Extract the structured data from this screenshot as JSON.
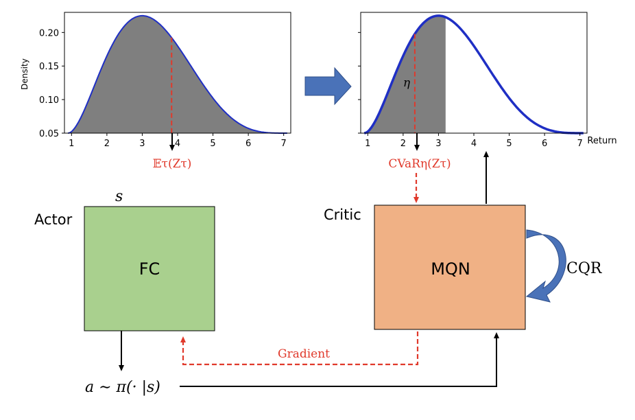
{
  "chart_data": [
    {
      "type": "area",
      "title": "",
      "xlabel": "",
      "ylabel": "Density",
      "xlim": [
        0.8,
        7.2
      ],
      "ylim": [
        0.05,
        0.23
      ],
      "xticks": [
        "1",
        "2",
        "3",
        "4",
        "5",
        "6",
        "7"
      ],
      "yticks": [
        "0.05",
        "0.10",
        "0.15",
        "0.20"
      ],
      "curve_peak_x": 3.0,
      "curve_peak_y": 0.225,
      "curve_x_range": [
        0.9,
        7.1
      ],
      "shaded_range": [
        0.9,
        7.1
      ],
      "marker_x": 3.83,
      "marker_label": "𝔼τ(Zτ)"
    },
    {
      "type": "area",
      "title": "",
      "xlabel": "Return",
      "ylabel": "",
      "xlim": [
        0.8,
        7.2
      ],
      "ylim": [
        0.05,
        0.23
      ],
      "xticks": [
        "1",
        "2",
        "3",
        "4",
        "5",
        "6",
        "7"
      ],
      "yticks": [],
      "curve_peak_x": 3.0,
      "curve_peak_y": 0.225,
      "curve_x_range": [
        0.9,
        7.1
      ],
      "shaded_range": [
        0.9,
        3.2
      ],
      "marker_x": 2.33,
      "marker_label": "CVaRη(Zτ)",
      "region_label": "η"
    }
  ],
  "diagram": {
    "actor_label": "Actor",
    "actor_box": "FC",
    "state_label": "s",
    "critic_label": "Critic",
    "critic_box": "MQN",
    "cqr_label": "CQR",
    "gradient_label": "Gradient",
    "action_label": "a ∼ π(· |s)"
  },
  "colors": {
    "curve": "#1f2fc4",
    "fill": "#7f7f7f",
    "marker": "#e0392b",
    "actor_fill": "#a9d08e",
    "critic_fill": "#f0b185",
    "arrow_fill": "#4a72b8"
  }
}
